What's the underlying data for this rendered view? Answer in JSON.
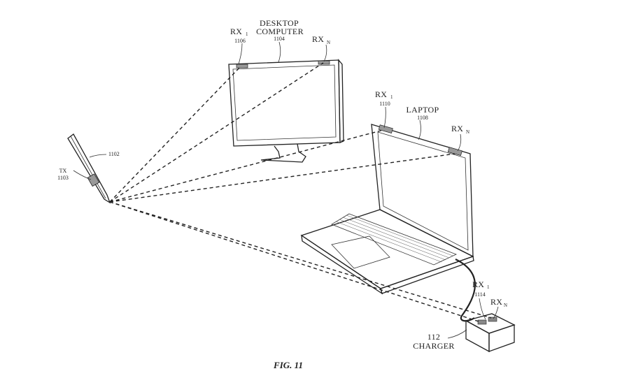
{
  "labels": {
    "desktop_line1": "DESKTOP",
    "desktop_line2": "COMPUTER",
    "desktop_ref": "1104",
    "desktop_rx1": "RX",
    "desktop_rx1_sub": "1",
    "desktop_rx1_ref": "1106",
    "desktop_rxn": "RX",
    "desktop_rxn_sub": "N",
    "laptop": "LAPTOP",
    "laptop_ref": "1108",
    "laptop_rx1": "RX",
    "laptop_rx1_sub": "1",
    "laptop_rx1_ref": "1110",
    "laptop_rxn": "RX",
    "laptop_rxn_sub": "N",
    "stylus_ref": "1102",
    "tx": "TX",
    "tx_ref": "1103",
    "charger_ref": "112",
    "charger": "CHARGER",
    "charger_rx1": "RX",
    "charger_rx1_sub": "1",
    "charger_rx1_ref": "1114",
    "charger_rxn": "RX",
    "charger_rxn_sub": "N",
    "figure": "FIG. 11"
  }
}
